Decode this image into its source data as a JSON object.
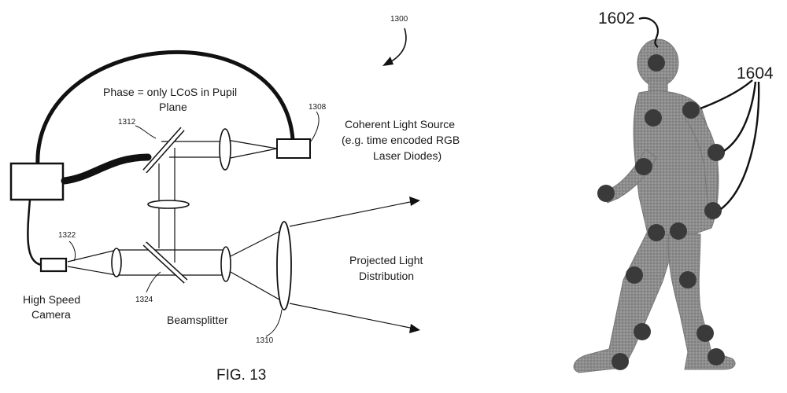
{
  "figure13": {
    "ref_main": "1300",
    "phase_label_1": "Phase = only LCoS in Pupil",
    "phase_label_2": "Plane",
    "ref_lcos": "1312",
    "ref_source": "1308",
    "source_label_1": "Coherent Light Source",
    "source_label_2": "(e.g. time encoded RGB",
    "source_label_3": "Laser Diodes)",
    "ref_camera": "1322",
    "camera_label_1": "High Speed",
    "camera_label_2": "Camera",
    "ref_beamsplitter": "1324",
    "beamsplitter_label": "Beamsplitter",
    "ref_projection_lens": "1310",
    "projected_label_1": "Projected Light",
    "projected_label_2": "Distribution",
    "caption": "FIG. 13"
  },
  "figure16": {
    "ref_silhouette": "1602",
    "ref_joints": "1604",
    "joint_count": 15
  }
}
